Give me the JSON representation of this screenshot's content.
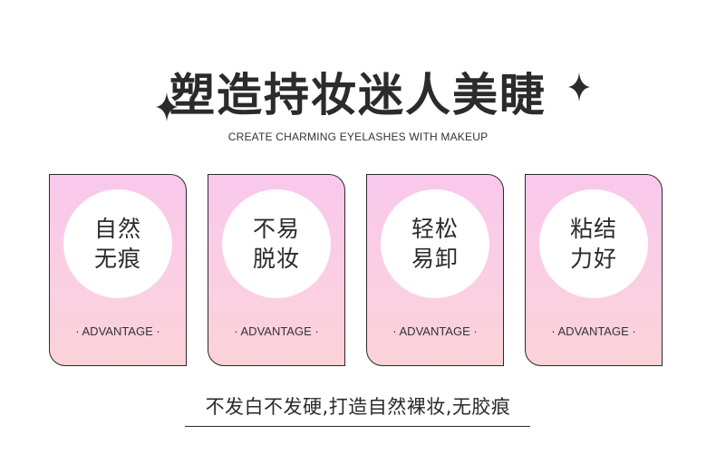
{
  "header": {
    "title": "塑造持妆迷人美睫",
    "subtitle": "CREATE CHARMING EYELASHES WITH MAKEUP",
    "sparkle_icon": "four-point-star-icon"
  },
  "cards": [
    {
      "line1": "自然",
      "line2": "无痕",
      "tag": "· ADVANTAGE ·"
    },
    {
      "line1": "不易",
      "line2": "脱妆",
      "tag": "· ADVANTAGE ·"
    },
    {
      "line1": "轻松",
      "line2": "易卸",
      "tag": "· ADVANTAGE ·"
    },
    {
      "line1": "粘结",
      "line2": "力好",
      "tag": "· ADVANTAGE ·"
    }
  ],
  "footer": {
    "text": "不发白不发硬,打造自然裸妆,无胶痕"
  },
  "colors": {
    "card_top": "#f9c8ec",
    "card_bottom": "#fbd2d8",
    "text": "#2b2b2b"
  }
}
